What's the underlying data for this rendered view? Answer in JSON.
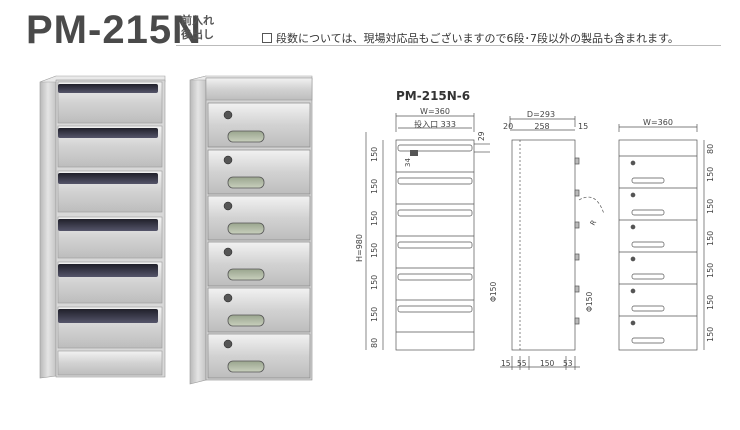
{
  "header": {
    "title": "PM-215N",
    "subtitle_line1": "前入れ",
    "subtitle_line2": "後出し",
    "note": "段数については、現場対応品もございますので6段･7段以外の製品も含まれます。"
  },
  "drawing": {
    "model_label": "PM-215N-6",
    "front_width": "W=360",
    "slot_width": "投入口 333",
    "top_gap": "29",
    "slot_height": "34",
    "row_height": "150",
    "total_height": "H=980",
    "bottom_height": "80",
    "side_depth": "D=293",
    "side_front": "20",
    "side_middle": "258",
    "side_back": "15",
    "door_radius": "R",
    "lock_dim_left": "Φ150",
    "lock_dim_right": "Φ150",
    "bottom_dims": [
      "15",
      "55",
      "150",
      "53"
    ],
    "back_width": "W=360",
    "back_top": "80"
  },
  "colors": {
    "steel": "#c9c9c9",
    "dark_slot": "#3a3a48",
    "line": "#555555"
  }
}
